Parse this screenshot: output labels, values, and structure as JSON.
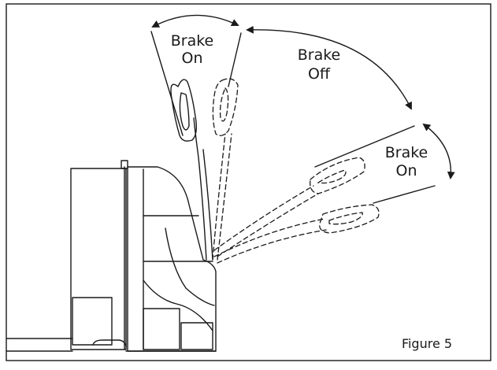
{
  "labels": {
    "top_brake": "Brake",
    "top_on": "On",
    "mid_brake": "Brake",
    "mid_off": "Off",
    "right_brake": "Brake",
    "right_on": "On"
  },
  "caption": "Figure 5",
  "icons": [
    "pallet-truck",
    "tiller-handle",
    "rotation-arrow"
  ]
}
